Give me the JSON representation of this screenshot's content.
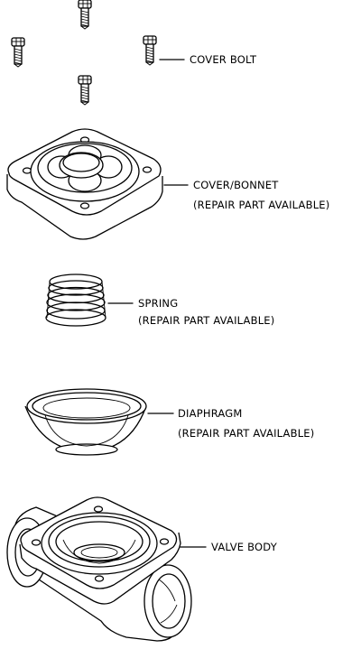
{
  "labels": {
    "cover_bolt": "COVER BOLT",
    "cover_bonnet": "COVER/BONNET",
    "cover_bonnet_note": "(REPAIR PART AVAILABLE)",
    "spring": "SPRING",
    "spring_note": "(REPAIR PART AVAILABLE)",
    "diaphragm": "DIAPHRAGM",
    "diaphragm_note": "(REPAIR PART AVAILABLE)",
    "valve_body": "VALVE BODY"
  },
  "icons": {
    "cover_bolt": "bolt-icon",
    "cover_bonnet": "bonnet-icon",
    "spring": "spring-icon",
    "diaphragm": "diaphragm-icon",
    "valve_body": "valve-body-icon"
  }
}
